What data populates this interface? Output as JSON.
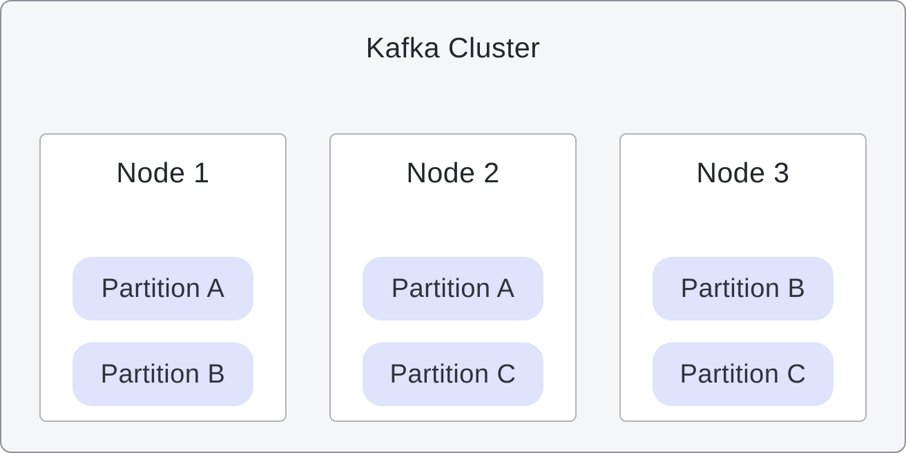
{
  "title": "Kafka Cluster",
  "nodes": [
    {
      "title": "Node 1",
      "partitions": [
        "Partition A",
        "Partition B"
      ]
    },
    {
      "title": "Node 2",
      "partitions": [
        "Partition A",
        "Partition C"
      ]
    },
    {
      "title": "Node 3",
      "partitions": [
        "Partition B",
        "Partition C"
      ]
    }
  ],
  "colors": {
    "cluster_background": "#f5f6f8",
    "cluster_border": "#8e8e99",
    "node_background": "#ffffff",
    "node_border": "#b3b3ba",
    "partition_background": "#dfe3fb",
    "text": "#23262d"
  }
}
